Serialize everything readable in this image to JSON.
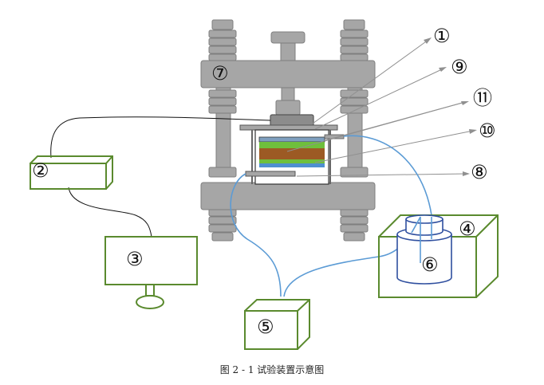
{
  "diagram": {
    "caption": "图 2 - 1 试验装置示意图",
    "labels": {
      "n1": "①",
      "n2": "②",
      "n3": "③",
      "n4": "④",
      "n5": "⑤",
      "n6": "⑥",
      "n7": "⑦",
      "n8": "⑧",
      "n9": "⑨",
      "n10": "⑩",
      "n11": "⑪"
    },
    "colors": {
      "frame_gray": "#a6a6a6",
      "frame_stroke": "#7f7f7f",
      "box_green": "#5a8a2e",
      "tube_blue": "#5b9bd5",
      "vessel_blue": "#2f4f9f",
      "layer_brown": "#9c5a24",
      "layer_green": "#6fbf3c",
      "layer_blue": "#4f8fd0",
      "leader_gray": "#909090"
    }
  }
}
